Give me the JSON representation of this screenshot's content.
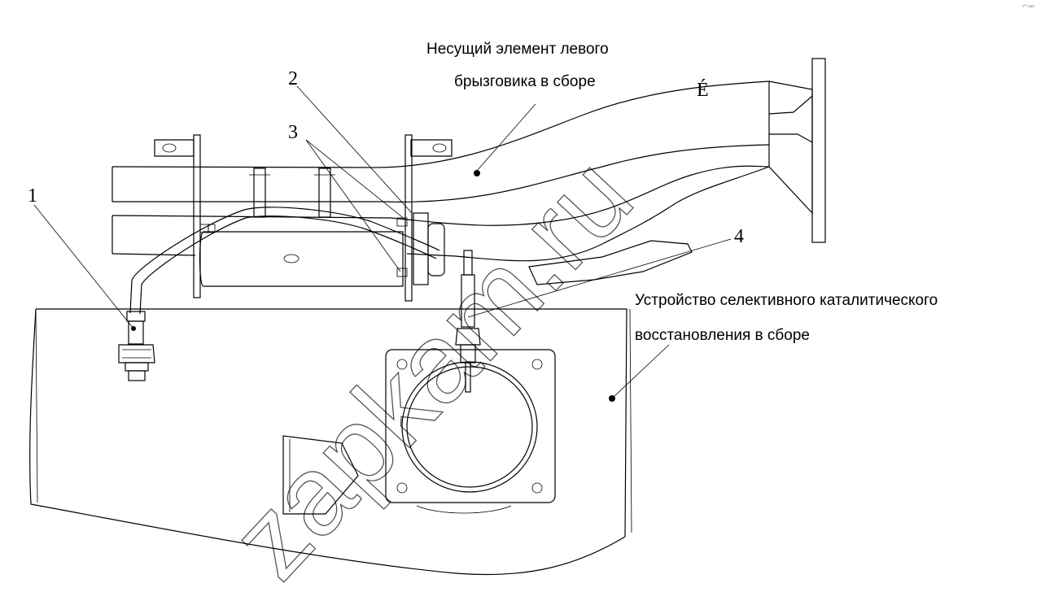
{
  "corner_mark": "s** ooo",
  "watermark": "zapkam.ru",
  "accent_mark": "É",
  "callouts": {
    "n1": "1",
    "n2": "2",
    "n3": "3",
    "n4": "4"
  },
  "labels": {
    "mudguard_line1": "Несущий элемент левого",
    "mudguard_line2": "брызговика в сборе",
    "scr_line1": "Устройство селективного каталитического",
    "scr_line2": "восстановления в сборе"
  }
}
